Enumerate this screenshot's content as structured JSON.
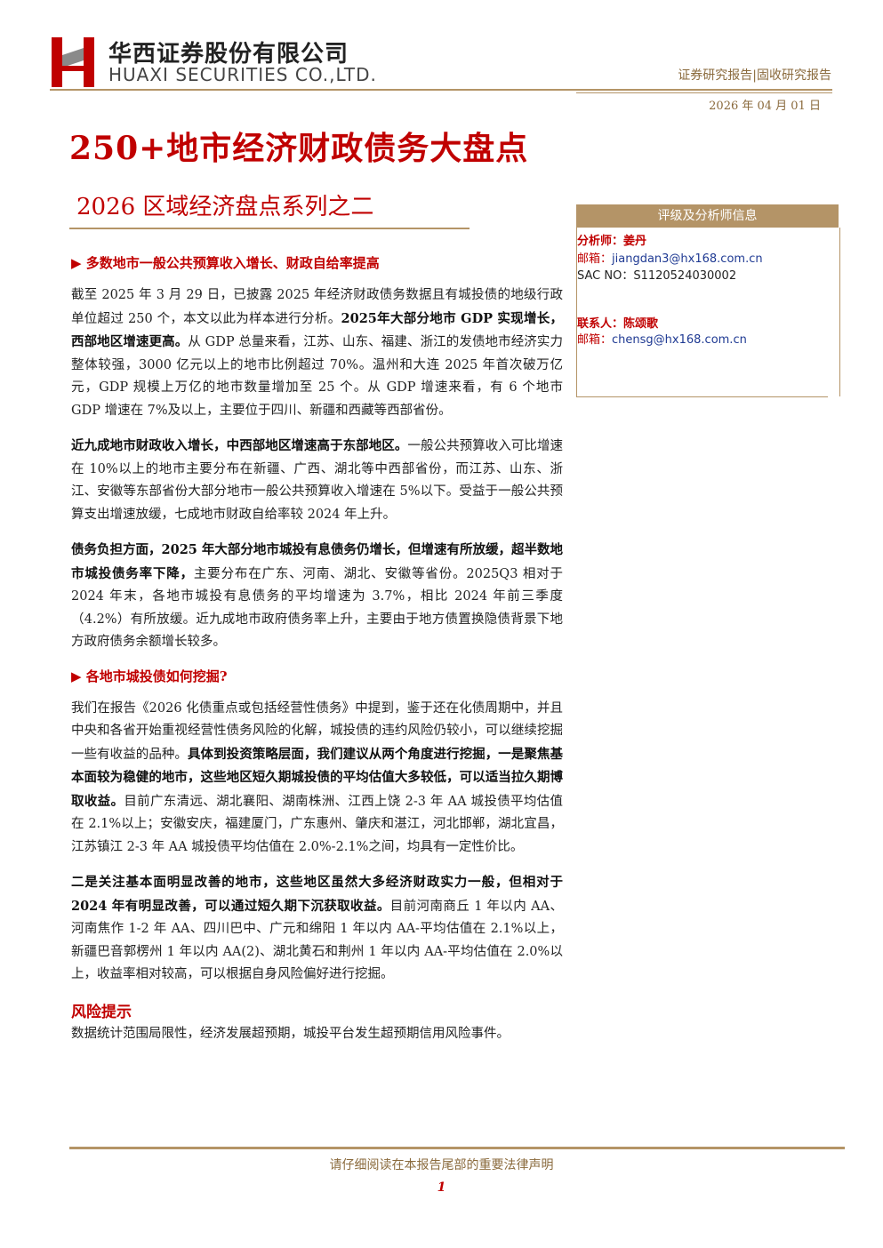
{
  "header": {
    "company_cn": "华西证券股份有限公司",
    "company_en": "HUAXI SECURITIES CO.,LTD.",
    "report_type": "证券研究报告|固收研究报告",
    "date": "2026 年 04 月 01 日"
  },
  "title": "250+地市经济财政债务大盘点",
  "subtitle": "2026 区域经济盘点系列之二",
  "sidebar": {
    "header": "评级及分析师信息",
    "analyst_label": "分析师：",
    "analyst_name": "姜丹",
    "email_label": "邮箱：",
    "analyst_email": "jiangdan3@hx168.com.cn",
    "sac_label": "SAC NO：",
    "sac_no": "S1120524030002",
    "contact_label": "联系人：",
    "contact_name": "陈颂歌",
    "contact_email_label": "邮箱：",
    "contact_email": "chensg@hx168.com.cn"
  },
  "section1": {
    "heading": "▶ 多数地市一般公共预算收入增长、财政自给率提高",
    "p1_a": "截至 2025 年 3 月 29 日，已披露 2025 年经济财政债务数据且有城投债的地级行政单位超过 250 个，本文以此为样本进行分析。",
    "p1_b": "2025年大部分地市 GDP 实现增长，西部地区增速更高。",
    "p1_c": "从 GDP 总量来看，江苏、山东、福建、浙江的发债地市经济实力整体较强，3000 亿元以上的地市比例超过 70%。温州和大连 2025 年首次破万亿元，GDP 规模上万亿的地市数量增加至 25 个。从 GDP 增速来看，有 6 个地市 GDP 增速在 7%及以上，主要位于四川、新疆和西藏等西部省份。",
    "p2_a": "近九成地市财政收入增长，中西部地区增速高于东部地区。",
    "p2_b": "一般公共预算收入可比增速在 10%以上的地市主要分布在新疆、广西、湖北等中西部省份，而江苏、山东、浙江、安徽等东部省份大部分地市一般公共预算收入增速在 5%以下。受益于一般公共预算支出增速放缓，七成地市财政自给率较 2024 年上升。",
    "p3_a": "债务负担方面，2025 年大部分地市城投有息债务仍增长，但增速有所放缓，超半数地市城投债务率下降，",
    "p3_b": "主要分布在广东、河南、湖北、安徽等省份。2025Q3 相对于 2024 年末，各地市城投有息债务的平均增速为 3.7%，相比 2024 年前三季度（4.2%）有所放缓。近九成地市政府债务率上升，主要由于地方债置换隐债背景下地方政府债务余额增长较多。"
  },
  "section2": {
    "heading": "▶ 各地市城投债如何挖掘?",
    "p1_a": "我们在报告《2026 化债重点或包括经营性债务》中提到，鉴于还在化债周期中，并且中央和各省开始重视经营性债务风险的化解，城投债的违约风险仍较小，可以继续挖掘一些有收益的品种。",
    "p1_b": "具体到投资策略层面，我们建议从两个角度进行挖掘，一是聚焦基本面较为稳健的地市，这些地区短久期城投债的平均估值大多较低，可以适当拉久期博取收益。",
    "p1_c": "目前广东清远、湖北襄阳、湖南株洲、江西上饶 2-3 年 AA 城投债平均估值在 2.1%以上；安徽安庆，福建厦门，广东惠州、肇庆和湛江，河北邯郸，湖北宜昌，江苏镇江 2-3 年 AA 城投债平均估值在 2.0%-2.1%之间，均具有一定性价比。",
    "p2_a": "二是关注基本面明显改善的地市，这些地区虽然大多经济财政实力一般，但相对于 2024 年有明显改善，可以通过短久期下沉获取收益。",
    "p2_b": "目前河南商丘 1 年以内 AA、河南焦作 1-2 年 AA、四川巴中、广元和绵阳 1 年以内 AA-平均估值在 2.1%以上，新疆巴音郭楞州 1 年以内 AA(2)、湖北黄石和荆州 1 年以内 AA-平均估值在 2.0%以上，收益率相对较高，可以根据自身风险偏好进行挖掘。"
  },
  "risk": {
    "heading": "风险提示",
    "text": "数据统计范围局限性，经济发展超预期，城投平台发生超预期信用风险事件。"
  },
  "footer": {
    "notice": "请仔细阅读在本报告尾部的重要法律声明",
    "page": "1"
  },
  "colors": {
    "brand_red": "#c00000",
    "gold": "#b49467"
  }
}
